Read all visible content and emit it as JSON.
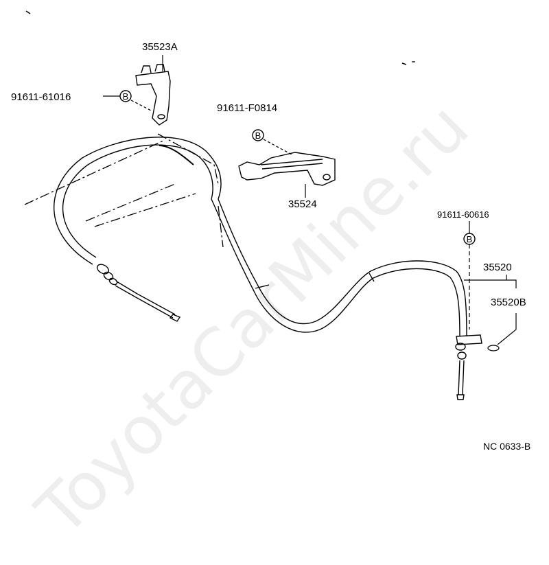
{
  "diagram": {
    "parts": {
      "bracket_upper": "35523A",
      "bolt_upper": "91611-61016",
      "bolt_middle": "91611-F0814",
      "bracket_middle": "35524",
      "bolt_right": "91611-60616",
      "cable_assy": "35520",
      "cable_sub": "35520B"
    },
    "bolt_symbol": "B",
    "code": "NC  0633-B",
    "watermark": "ToyotaCarMine.ru"
  }
}
